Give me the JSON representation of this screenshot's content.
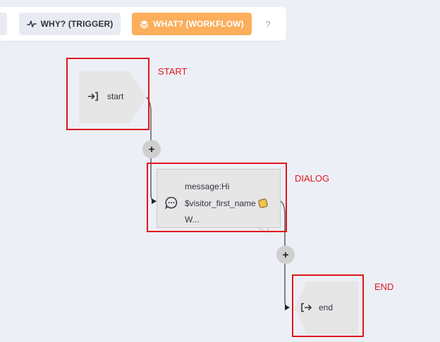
{
  "toolbar": {
    "why_label": "WHY? (TRIGGER)",
    "what_label": "WHAT? (WORKFLOW)",
    "help_label": "?",
    "why_icon": "pulse-icon",
    "what_icon": "layers-icon"
  },
  "nodes": {
    "start": {
      "label": "start",
      "icon": "login-arrow-icon"
    },
    "dialog": {
      "line1": "message:Hi",
      "line2": "$visitor_first_name",
      "line3": "W...",
      "icon": "chat-bubble-icon"
    },
    "end": {
      "label": "end",
      "icon": "logout-arrow-icon"
    }
  },
  "plus_label": "+",
  "annotations": {
    "start": "START",
    "dialog": "DIALOG",
    "end": "END"
  },
  "colors": {
    "background": "#edeff6",
    "accent": "#fbae5c",
    "annotation": "#e0161d",
    "node_fill": "#e6e6e6"
  }
}
